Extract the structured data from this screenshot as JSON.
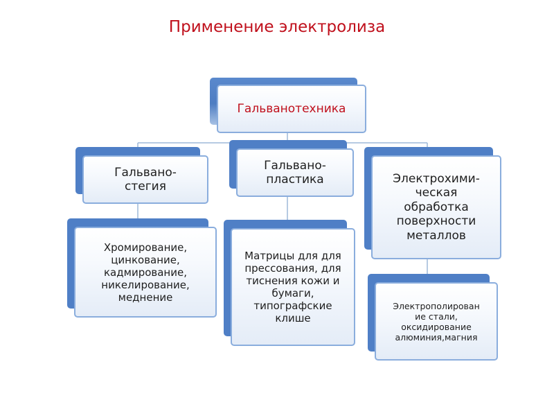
{
  "title": "Применение электролиза",
  "root": {
    "label": "Гальванотехника"
  },
  "branches": [
    {
      "label_lines": [
        "Гальвано-",
        "стегия"
      ],
      "detail_lines": [
        "Хромирование,",
        "цинкование,",
        "кадмирование,",
        "никелирование,",
        "меднение"
      ]
    },
    {
      "label_lines": [
        "Гальвано-",
        "пластика"
      ],
      "detail_lines": [
        "Матрицы для для",
        "прессования, для",
        "тиснения кожи и",
        "бумаги,",
        "типографские",
        "клише"
      ]
    },
    {
      "label_lines": [
        "Электрохими-",
        "ческая",
        "обработка",
        "поверхности",
        "металлов"
      ],
      "detail_lines": [
        "Электрополирован",
        "ие стали,",
        "оксидирование",
        "алюминия,магния"
      ]
    }
  ],
  "colors": {
    "title": "#c0101c",
    "box_back": "#4f7fc6",
    "box_border": "#8aaddd",
    "connector": "#9db8d8"
  }
}
